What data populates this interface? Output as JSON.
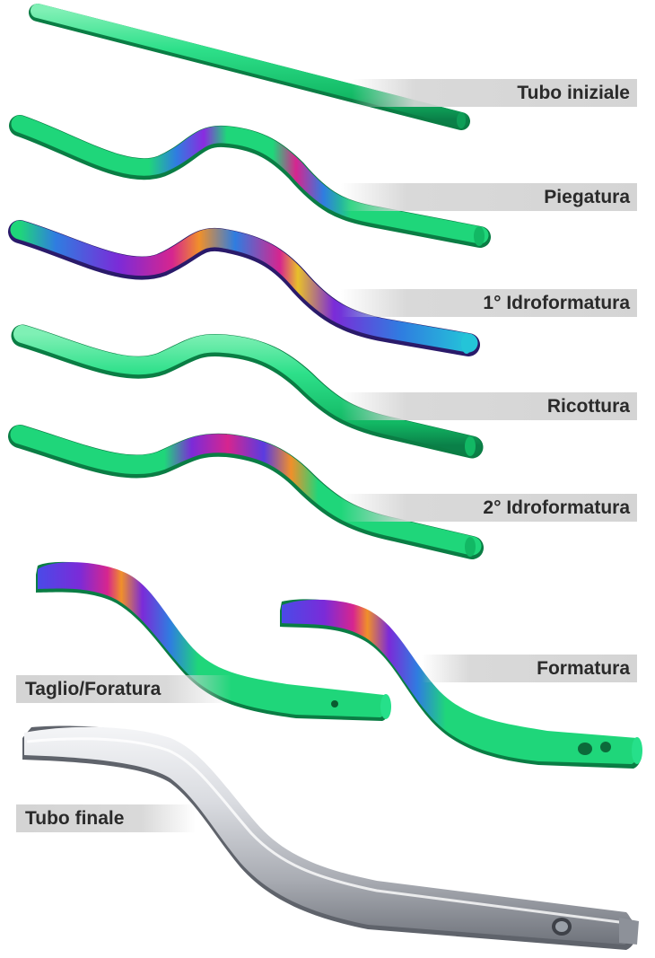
{
  "stages": [
    {
      "label": "Tubo iniziale"
    },
    {
      "label": "Piegatura"
    },
    {
      "label": "1° Idroformatura"
    },
    {
      "label": "Ricottura"
    },
    {
      "label": "2° Idroformatura"
    },
    {
      "label": "Formatura"
    },
    {
      "label": "Taglio/Foratura"
    },
    {
      "label": "Tubo finale"
    }
  ],
  "colors": {
    "tube_green": "#1fd67a",
    "strain_blue": "#2f7de0",
    "strain_purple": "#7b2bd8",
    "strain_magenta": "#d6258f",
    "strain_orange": "#f0902a",
    "final_steel": "#c9cbd0",
    "label_band": "#d6d6d6",
    "label_text": "#2a2a2a"
  }
}
